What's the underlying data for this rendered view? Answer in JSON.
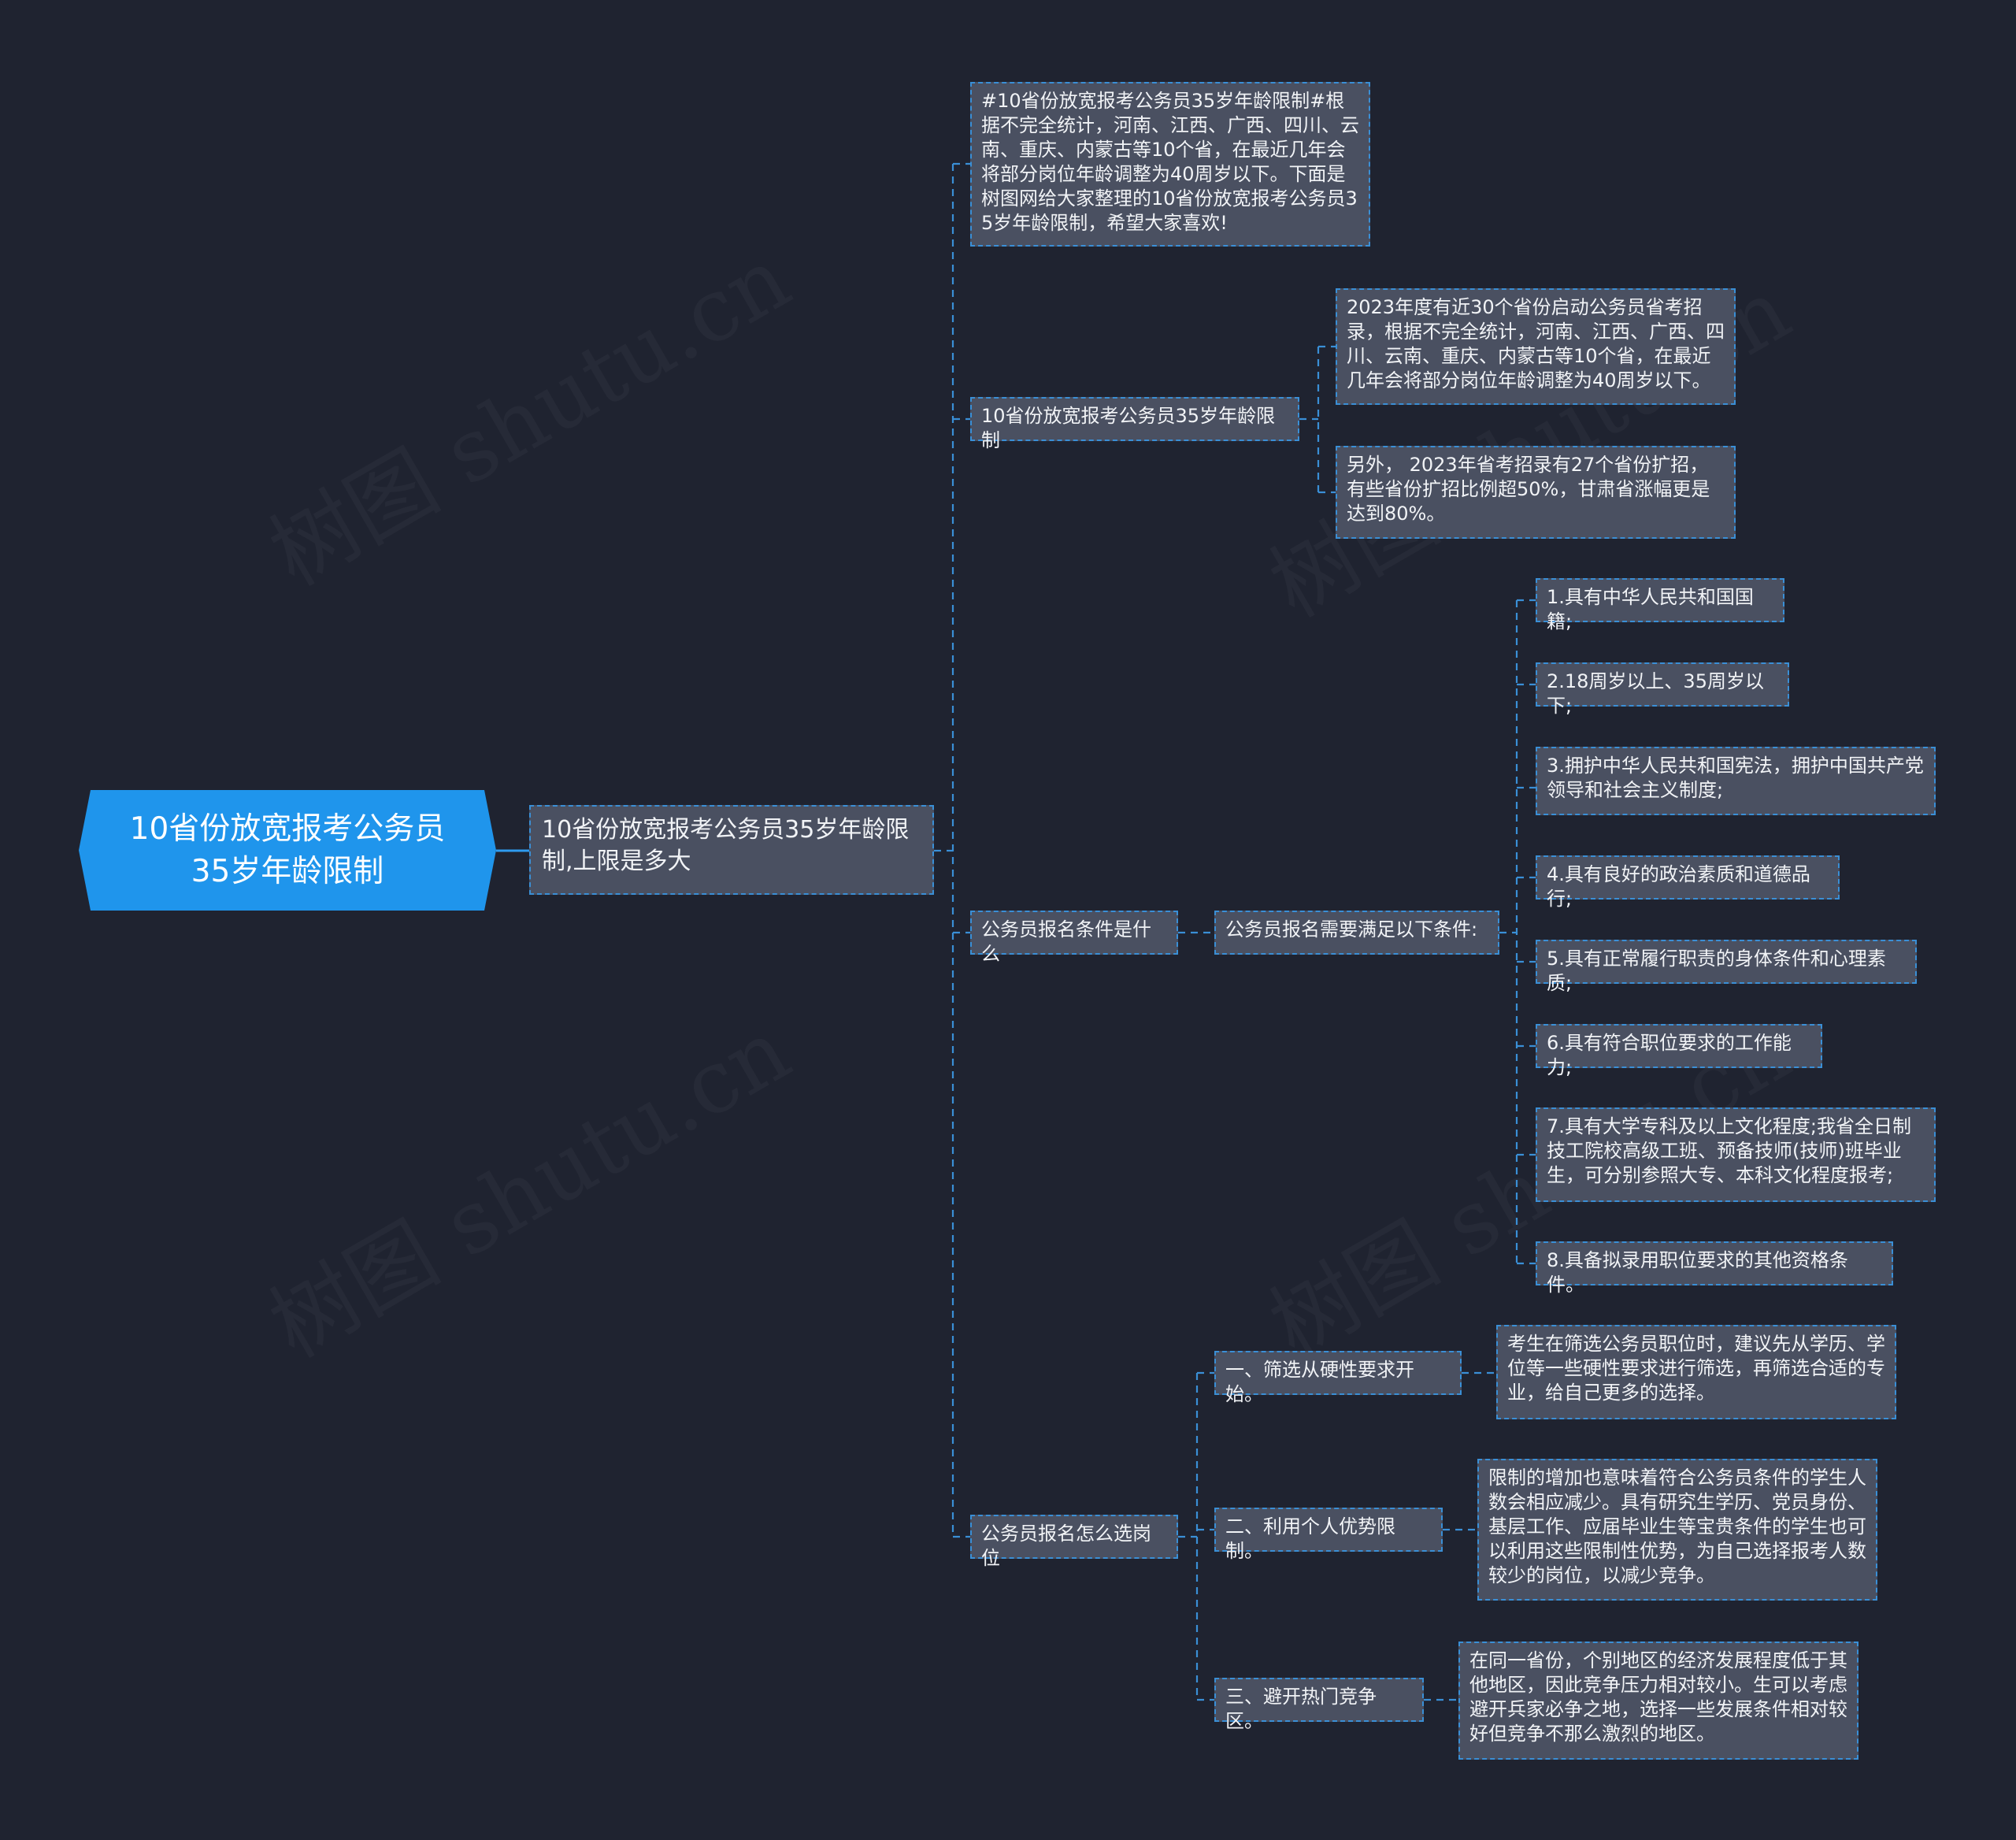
{
  "root": "10省份放宽报考公务员35岁年龄限制",
  "level1": "10省份放宽报考公务员35岁年龄限制,上限是多大",
  "intro": "#10省份放宽报考公务员35岁年龄限制#根据不完全统计，河南、江西、广西、四川、云南、重庆、内蒙古等10个省，在最近几年会将部分岗位年龄调整为40周岁以下。下面是树图网给大家整理的10省份放宽报考公务员35岁年龄限制，希望大家喜欢!",
  "branch1": {
    "label": "10省份放宽报考公务员35岁年龄限制",
    "children": [
      "2023年度有近30个省份启动公务员省考招录，根据不完全统计，河南、江西、广西、四川、云南、重庆、内蒙古等10个省，在最近几年会将部分岗位年龄调整为40周岁以下。",
      "另外， 2023年省考招录有27个省份扩招，有些省份扩招比例超50%，甘肃省涨幅更是达到80%。"
    ]
  },
  "branch2": {
    "label": "公务员报名条件是什么",
    "sub": "公务员报名需要满足以下条件:",
    "items": [
      "1.具有中华人民共和国国籍;",
      "2.18周岁以上、35周岁以下;",
      "3.拥护中华人民共和国宪法，拥护中国共产党领导和社会主义制度;",
      "4.具有良好的政治素质和道德品行;",
      "5.具有正常履行职责的身体条件和心理素质;",
      "6.具有符合职位要求的工作能力;",
      "7.具有大学专科及以上文化程度;我省全日制技工院校高级工班、预备技师(技师)班毕业生，可分别参照大专、本科文化程度报考;",
      "8.具备拟录用职位要求的其他资格条件。"
    ]
  },
  "branch3": {
    "label": "公务员报名怎么选岗位",
    "children": [
      {
        "label": "一、筛选从硬性要求开始。",
        "detail": "考生在筛选公务员职位时，建议先从学历、学位等一些硬性要求进行筛选，再筛选合适的专业，给自己更多的选择。"
      },
      {
        "label": "二、利用个人优势限制。",
        "detail": "限制的增加也意味着符合公务员条件的学生人数会相应减少。具有研究生学历、党员身份、基层工作、应届毕业生等宝贵条件的学生也可以利用这些限制性优势，为自己选择报考人数较少的岗位，以减少竞争。"
      },
      {
        "label": "三、避开热门竞争区。",
        "detail": "在同一省份，个别地区的经济发展程度低于其他地区，因此竞争压力相对较小。生可以考虑避开兵家必争之地，选择一些发展条件相对较好但竞争不那么激烈的地区。"
      }
    ]
  },
  "watermark": [
    "树图 shutu.cn",
    "树图 shutu.cn",
    "树图 shutu.cn",
    "树图 shutu.cn"
  ],
  "colors": {
    "background": "#1f2330",
    "root": "#1f95ec",
    "node": "#4a5061",
    "connector": "#3a8fd6"
  }
}
